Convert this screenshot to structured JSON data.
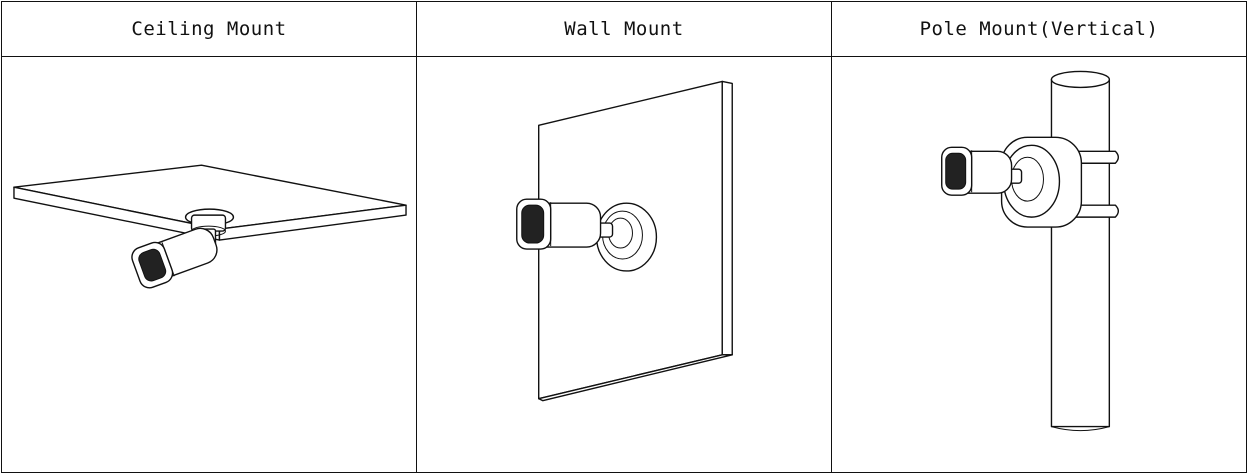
{
  "columns": [
    {
      "heading": "Ceiling Mount"
    },
    {
      "heading": "Wall Mount"
    },
    {
      "heading": "Pole Mount(Vertical)"
    }
  ]
}
